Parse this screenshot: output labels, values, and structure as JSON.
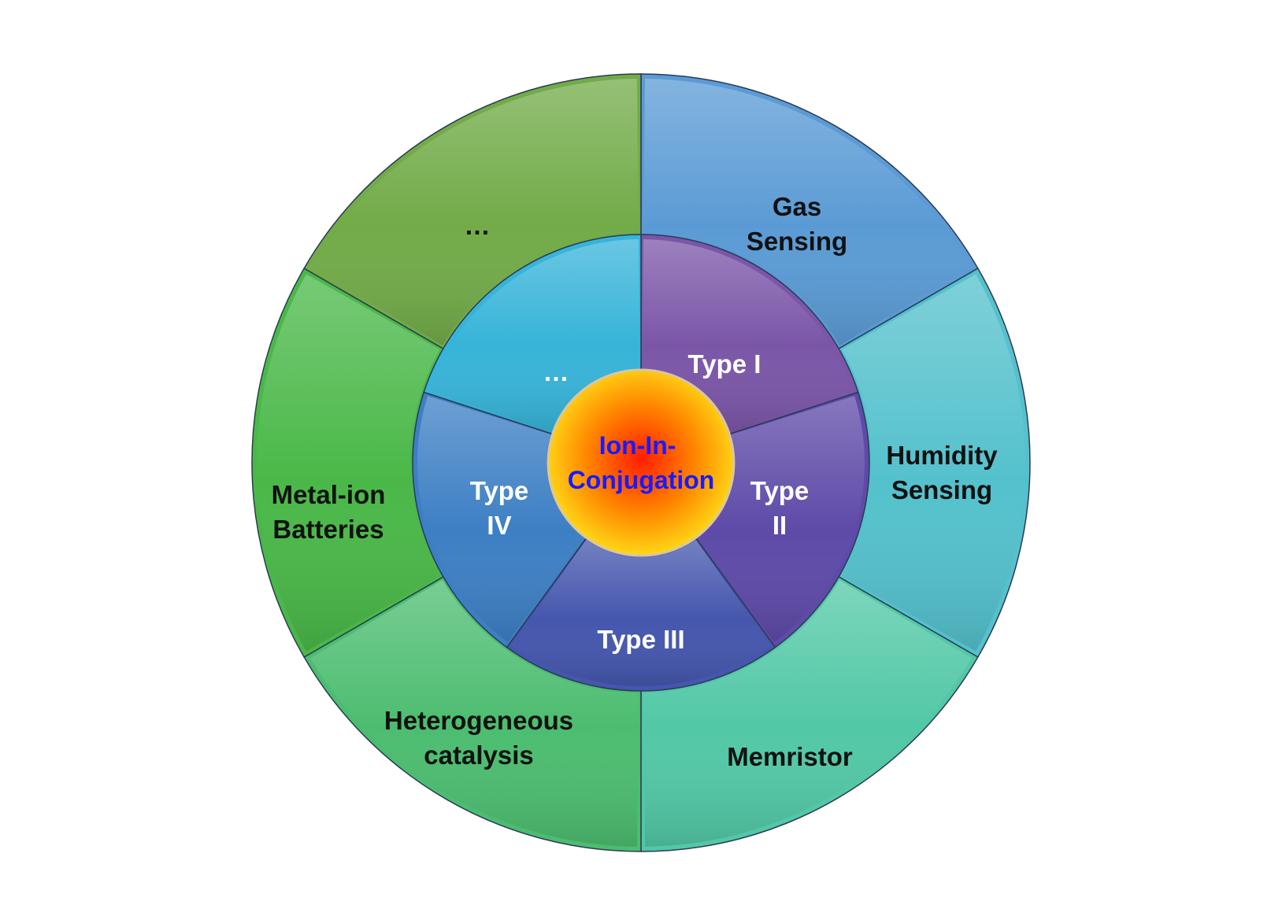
{
  "center": {
    "lines": [
      "Ion-In-",
      "Conjugation"
    ],
    "text_color": "#1a1aff"
  },
  "inner_ring": [
    {
      "lines": [
        "Type I"
      ],
      "color": "#7b56a8"
    },
    {
      "lines": [
        "Type",
        "II"
      ],
      "color": "#5e4aa8"
    },
    {
      "lines": [
        "Type III"
      ],
      "color": "#4556ad"
    },
    {
      "lines": [
        "Type",
        "IV"
      ],
      "color": "#3d7fc4"
    },
    {
      "lines": [
        "…"
      ],
      "color": "#37b4d9"
    }
  ],
  "outer_ring": [
    {
      "lines": [
        "Gas",
        "Sensing"
      ],
      "color": "#5b9bd5"
    },
    {
      "lines": [
        "Humidity",
        "Sensing"
      ],
      "color": "#54c1cc"
    },
    {
      "lines": [
        "Memristor"
      ],
      "color": "#52c8a6"
    },
    {
      "lines": [
        "Heterogeneous",
        "catalysis"
      ],
      "color": "#4cbd70"
    },
    {
      "lines": [
        "Metal-ion",
        "Batteries"
      ],
      "color": "#4ab848"
    },
    {
      "lines": [
        "…"
      ],
      "color": "#72ab48"
    }
  ]
}
